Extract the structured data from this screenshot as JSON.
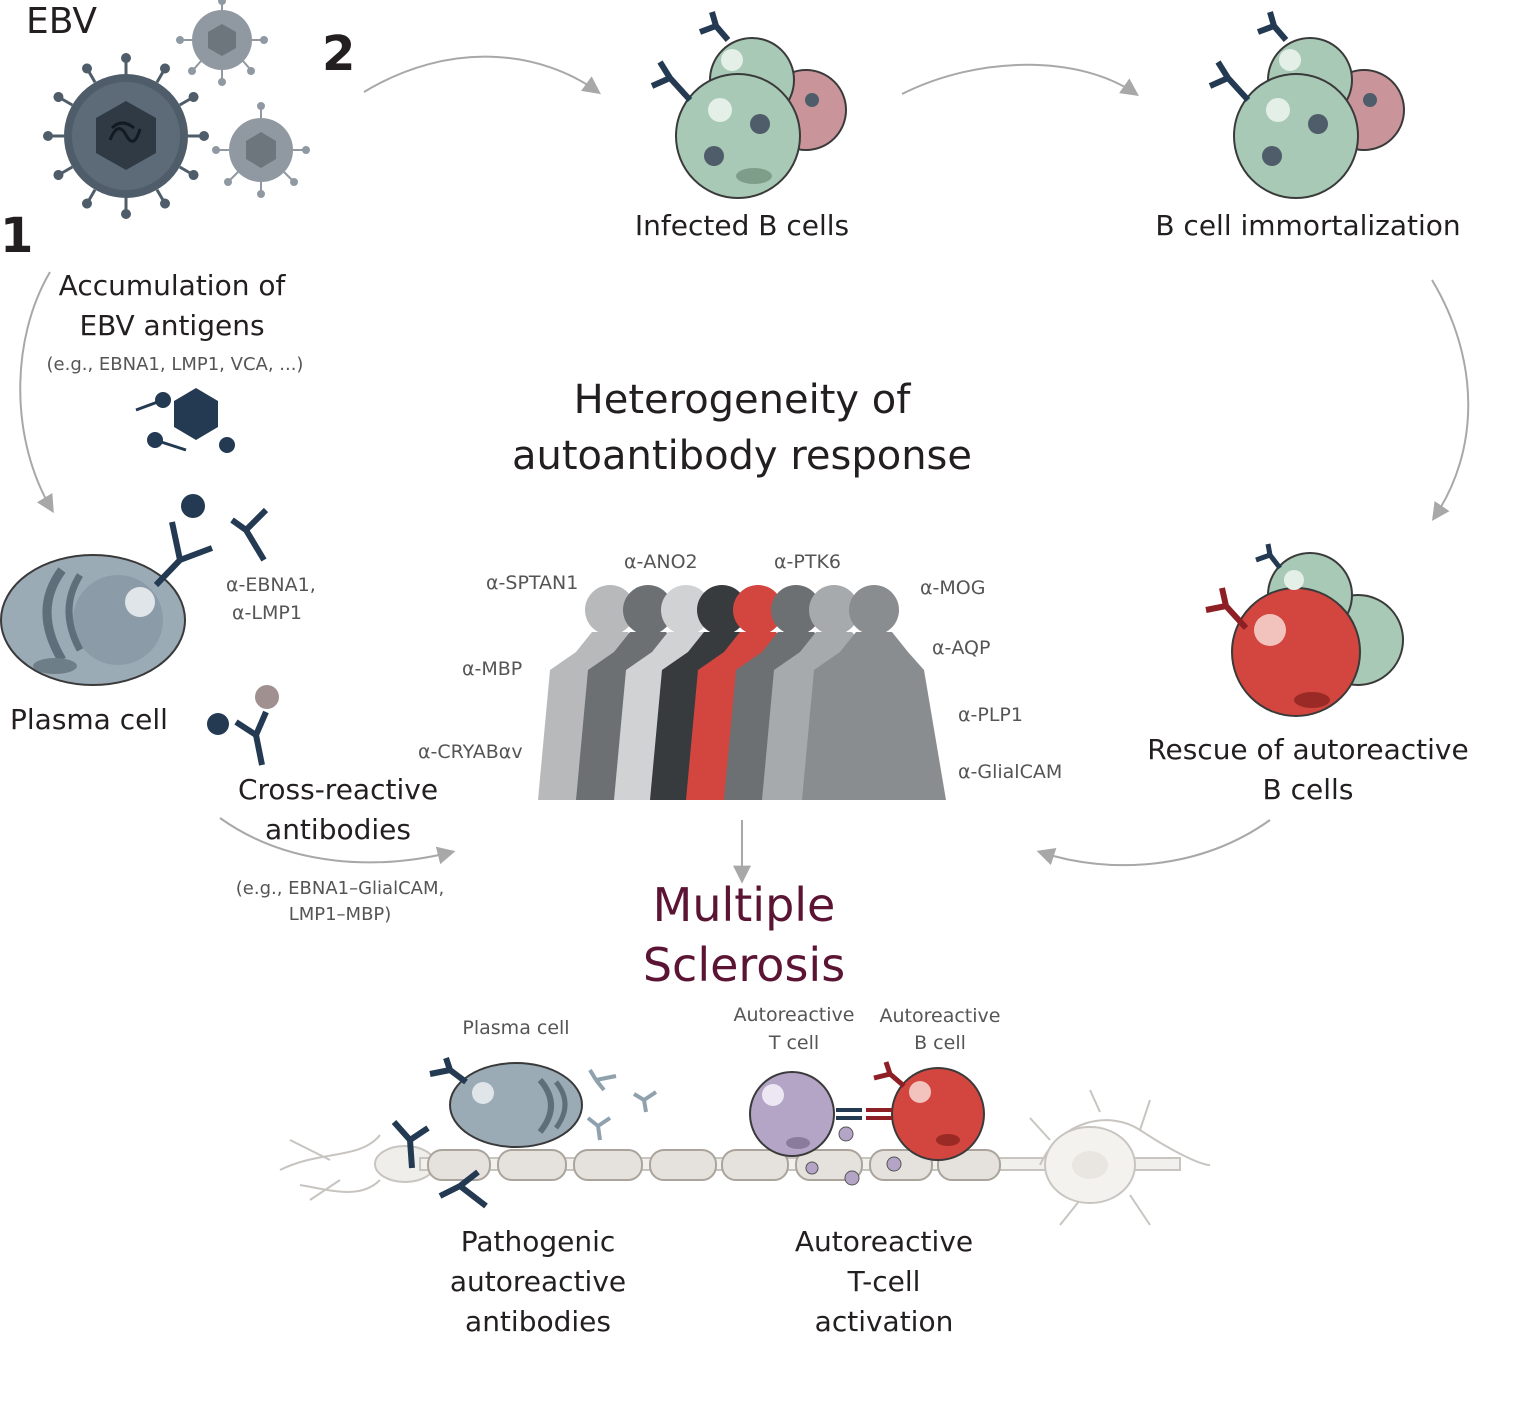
{
  "labels": {
    "ebv": "EBV",
    "step1": "1",
    "step2": "2",
    "infected_b_cells": "Infected B cells",
    "b_cell_immortalization": "B cell immortalization",
    "accumulation_line1": "Accumulation of",
    "accumulation_line2": "EBV antigens",
    "accumulation_examples": "(e.g., EBNA1, LMP1, VCA, ...)",
    "heterogeneity_line1": "Heterogeneity of",
    "heterogeneity_line2": "autoantibody response",
    "plasma_antibodies_line1": "α-EBNA1,",
    "plasma_antibodies_line2": "α-LMP1",
    "plasma_cell": "Plasma cell",
    "cross_reactive_line1": "Cross-reactive",
    "cross_reactive_line2": "antibodies",
    "cross_reactive_examples_line1": "(e.g., EBNA1–GlialCAM,",
    "cross_reactive_examples_line2": "LMP1–MBP)",
    "rescue_line1": "Rescue of autoreactive",
    "rescue_line2": "B cells",
    "ms_line1": "Multiple",
    "ms_line2": "Sclerosis",
    "bottom_plasma_cell": "Plasma cell",
    "autoreactive_t_line1": "Autoreactive",
    "autoreactive_t_line2": "T cell",
    "autoreactive_b_line1": "Autoreactive",
    "autoreactive_b_line2": "B cell",
    "pathogenic_line1": "Pathogenic",
    "pathogenic_line2": "autoreactive",
    "pathogenic_line3": "antibodies",
    "tcell_activation_line1": "Autoreactive",
    "tcell_activation_line2": "T-cell",
    "tcell_activation_line3": "activation"
  },
  "autoantibodies": {
    "sptan1": "α-SPTAN1",
    "ano2": "α-ANO2",
    "ptk6": "α-PTK6",
    "mog": "α-MOG",
    "mbp": "α-MBP",
    "aqp": "α-AQP",
    "plp1": "α-PLP1",
    "cryab": "α-CRYABαv",
    "glialcam": "α-GlialCAM"
  },
  "colors": {
    "virus": "#4f5d6a",
    "virus_light": "#8a9299",
    "b_cell_green": "#a9c9b7",
    "infected_red": "#c9959a",
    "autoreactive_red": "#d2463f",
    "plasma_blue": "#9aabb6",
    "antibody_navy": "#243a52",
    "ms_title": "#5b1433",
    "t_cell_purple": "#b4a5c6",
    "arrow_gray": "#a8a8a8"
  }
}
